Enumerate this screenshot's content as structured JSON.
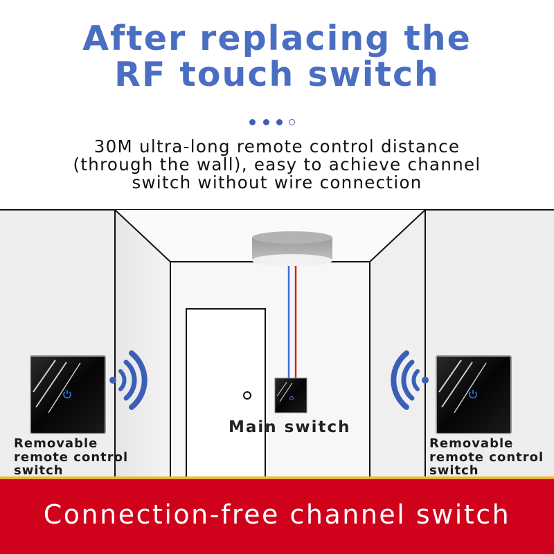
{
  "headline": {
    "line1": "After replacing the",
    "line2": "RF touch switch"
  },
  "carousel": {
    "total": 4,
    "active_dots": 3
  },
  "subtitle": {
    "line1": "30M ultra-long remote control distance",
    "line2": "(through the wall), easy to achieve channel",
    "line3": "switch without wire connection"
  },
  "left_switch": {
    "label_line1": "Removable",
    "label_line2": "remote control",
    "label_line3": "switch"
  },
  "right_switch": {
    "label_line1": "Removable",
    "label_line2": "remote control",
    "label_line3": "switch"
  },
  "main_switch": {
    "label": "Main switch"
  },
  "banner": {
    "text": "Connection-free channel switch"
  },
  "colors": {
    "headline": "#4a6ec2",
    "signal": "#3b5fb8",
    "banner": "#d0021b",
    "banner_strip": "#f0b429",
    "wire_live": "#d62020",
    "wire_neutral": "#3a6fd8"
  },
  "icons": [
    "power-icon",
    "wifi-signal-icon"
  ]
}
